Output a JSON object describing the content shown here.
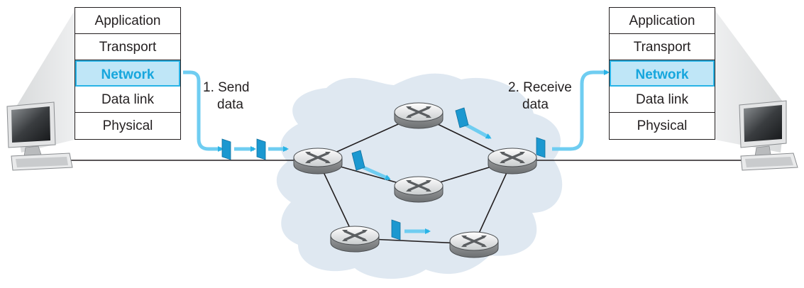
{
  "left_stack": {
    "layers": [
      "Application",
      "Transport",
      "Network",
      "Data link",
      "Physical"
    ],
    "highlighted": "Network"
  },
  "right_stack": {
    "layers": [
      "Application",
      "Transport",
      "Network",
      "Data link",
      "Physical"
    ],
    "highlighted": "Network"
  },
  "labels": {
    "send_line1": "1. Send",
    "send_line2": "data",
    "receive_line1": "2. Receive",
    "receive_line2": "data"
  },
  "colors": {
    "accent": "#29b3e6",
    "highlight_fill": "#bfe6f7",
    "network_cloud": "#dfe8f1",
    "packet": "#1b98d0"
  },
  "icons": [
    "computer-icon",
    "router-icon",
    "packet-icon"
  ]
}
